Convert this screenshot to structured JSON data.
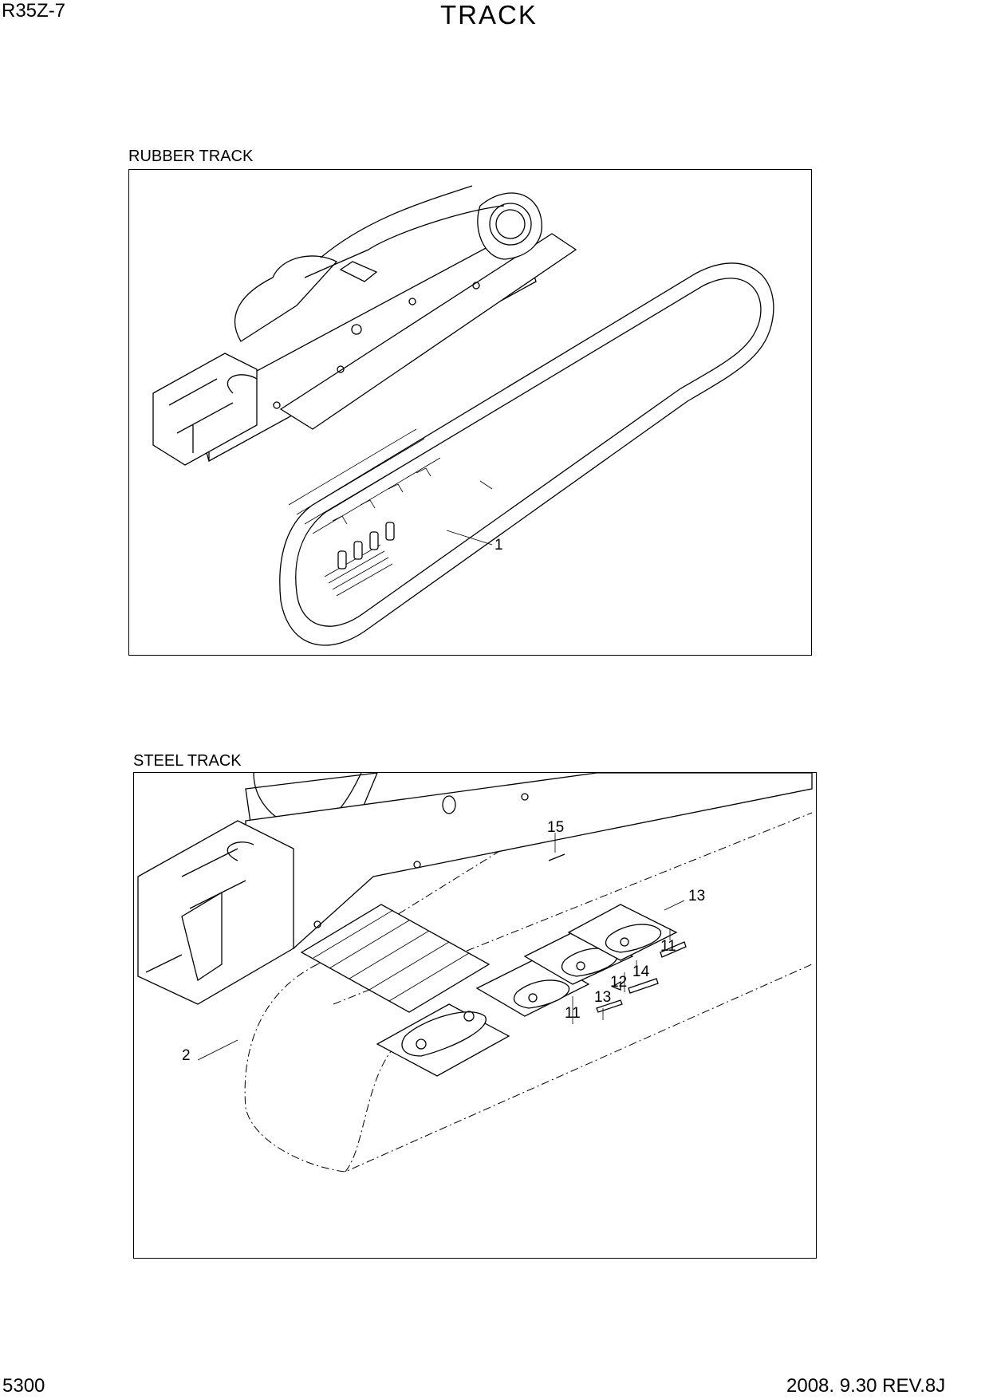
{
  "header": {
    "model": "R35Z-7",
    "title": "TRACK"
  },
  "footer": {
    "page_number": "5300",
    "revision": "2008. 9.30  REV.8J"
  },
  "rubber_track": {
    "label": "RUBBER TRACK",
    "callouts": [
      "1"
    ]
  },
  "steel_track": {
    "label": "STEEL TRACK",
    "callouts": [
      "15",
      "13",
      "11",
      "14",
      "12",
      "13",
      "11",
      "2"
    ]
  }
}
